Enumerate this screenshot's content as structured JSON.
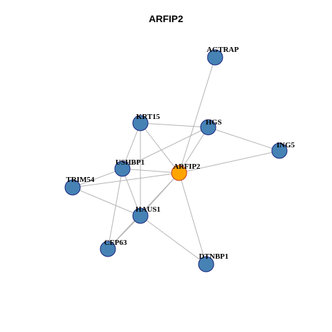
{
  "title": "ARFIP2",
  "colors": {
    "center_node": "#FFA500",
    "node": "#4682B4",
    "node_border": "#1A237E",
    "edge": "#B3B3B3",
    "center_border": "#C0392B"
  },
  "nodes": [
    {
      "id": "AGTRAP",
      "label": "AGTRAP",
      "center": false
    },
    {
      "id": "KRT15",
      "label": "KRT15",
      "center": false
    },
    {
      "id": "HGS",
      "label": "HGS",
      "center": false
    },
    {
      "id": "ING5",
      "label": "ING5",
      "center": false
    },
    {
      "id": "USHBP1",
      "label": "USHBP1",
      "center": false
    },
    {
      "id": "ARFIP2",
      "label": "ARFIP2",
      "center": true
    },
    {
      "id": "TRIM54",
      "label": "TRIM54",
      "center": false
    },
    {
      "id": "HAUS1",
      "label": "HAUS1",
      "center": false
    },
    {
      "id": "CEP63",
      "label": "CEP63",
      "center": false
    },
    {
      "id": "DTNBP1",
      "label": "DTNBP1",
      "center": false
    }
  ],
  "edges": [
    [
      "ARFIP2",
      "AGTRAP"
    ],
    [
      "ARFIP2",
      "KRT15"
    ],
    [
      "ARFIP2",
      "HGS"
    ],
    [
      "ARFIP2",
      "ING5"
    ],
    [
      "ARFIP2",
      "USHBP1"
    ],
    [
      "ARFIP2",
      "TRIM54"
    ],
    [
      "ARFIP2",
      "HAUS1"
    ],
    [
      "ARFIP2",
      "CEP63"
    ],
    [
      "ARFIP2",
      "DTNBP1"
    ],
    [
      "KRT15",
      "HGS"
    ],
    [
      "KRT15",
      "USHBP1"
    ],
    [
      "KRT15",
      "HAUS1"
    ],
    [
      "HGS",
      "ING5"
    ],
    [
      "HGS",
      "USHBP1"
    ],
    [
      "USHBP1",
      "TRIM54"
    ],
    [
      "USHBP1",
      "HAUS1"
    ],
    [
      "USHBP1",
      "CEP63"
    ],
    [
      "TRIM54",
      "HAUS1"
    ],
    [
      "HAUS1",
      "CEP63"
    ],
    [
      "HAUS1",
      "DTNBP1"
    ]
  ]
}
